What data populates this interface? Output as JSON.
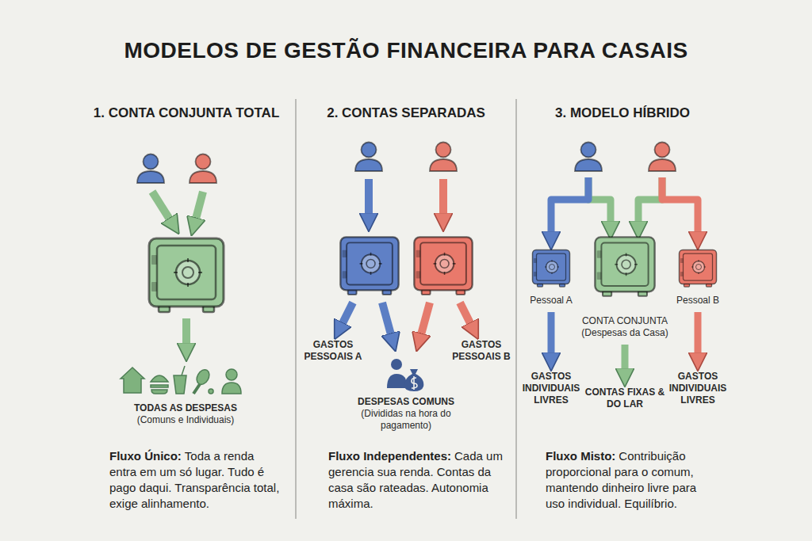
{
  "diagram": {
    "title": "MODELOS DE GESTÃO FINANCEIRA PARA CASAIS",
    "nodes": [
      {
        "text": [
          "1. CONTA CONJUNTA TOTAL",
          "Fluxo Único:",
          "Toda a renda entra em um só lugar. Tudo é pago daqui. Transparência total, exige alinhamento."
        ]
      },
      {
        "text": [
          "TODAS AS DESPESAS",
          "(Comuns e Individuais)"
        ],
        "in": 0
      },
      {
        "text": [
          "2. CONTAS SEPARADAS",
          "Fluxo Independentes:",
          "Cada um gerencia sua renda. Contas da casa são rateadas. Autonomia máxima."
        ]
      },
      {
        "text": [
          "GASTOS PESSOAIS A"
        ],
        "in": 2
      },
      {
        "text": [
          "DESPESAS COMUNS",
          "(Divididas na hora do pagamento)"
        ],
        "in": 2
      },
      {
        "text": [
          "GASTOS PESSOAIS B"
        ],
        "in": 2
      },
      {
        "text": [
          "3. MODELO HÍBRIDO",
          "Fluxo Misto:",
          "Contribuição proporcional para o comum, mantendo dinheiro livre para uso individual. Equilíbrio."
        ]
      },
      {
        "text": [
          "Pessoal A"
        ],
        "in": 6
      },
      {
        "text": [
          "CONTA CONJUNTA",
          "(Despesas da Casa)"
        ],
        "in": 6
      },
      {
        "text": [
          "Pessoal B"
        ],
        "in": 6
      },
      {
        "text": [
          "GASTOS INDIVIDUAIS LIVRES"
        ],
        "in": 6
      },
      {
        "text": [
          "CONTAS FIXAS & DO LAR"
        ],
        "in": 6
      },
      {
        "text": [
          "GASTOS INDIVIDUAIS LIVRES"
        ],
        "in": 6
      }
    ],
    "edges": [
      {
        "from": 7,
        "to": 10,
        "arrow": "to"
      },
      {
        "from": 8,
        "to": 11,
        "arrow": "to"
      },
      {
        "from": 9,
        "to": 12,
        "arrow": "to"
      }
    ]
  }
}
